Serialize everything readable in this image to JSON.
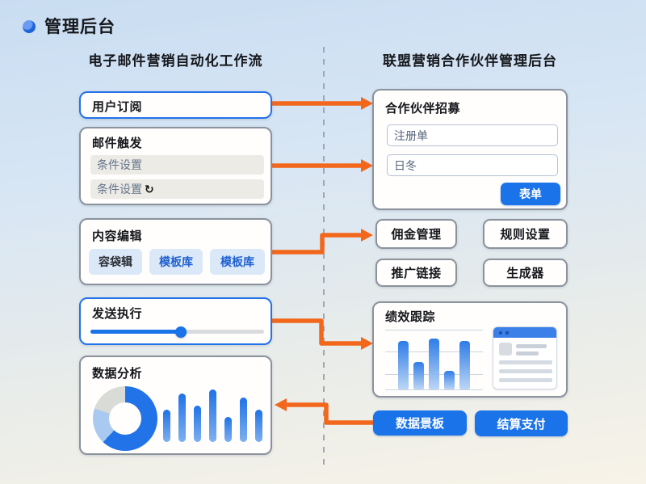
{
  "page": {
    "title": "管理后台"
  },
  "columns": {
    "left": {
      "header": "电子邮件营销自动化工作流"
    },
    "right": {
      "header": "联盟营销合作伙伴管理后台"
    }
  },
  "left": {
    "subscribe": {
      "title": "用户订阅"
    },
    "trigger": {
      "title": "邮件触发",
      "rows": [
        {
          "label": "条件设置",
          "icon": ""
        },
        {
          "label": "条件设置",
          "icon": "↻"
        }
      ]
    },
    "content": {
      "title": "内容编辑",
      "chips": [
        "容袋辑",
        "模板库",
        "模板库"
      ]
    },
    "send": {
      "title": "发送执行",
      "slider_percent": 52
    },
    "analytics": {
      "title": "数据分析",
      "donut": {
        "segments": [
          {
            "name": "primary",
            "value": 62,
            "color": "#2273e8"
          },
          {
            "name": "secondary",
            "value": 18,
            "color": "#a9c9f0"
          },
          {
            "name": "neutral",
            "value": 20,
            "color": "#d9dbd6"
          }
        ]
      },
      "bars": {
        "values": [
          40,
          60,
          45,
          65,
          31,
          55,
          40
        ],
        "max": 65
      }
    }
  },
  "right": {
    "recruit": {
      "title": "合作伙伴招募",
      "inputs": [
        "注册单",
        "日冬"
      ],
      "submit_label": "表单"
    },
    "modules": [
      "佣金管理",
      "规则设置",
      "推广链接",
      "生成器"
    ],
    "tracking": {
      "title": "绩效跟踪",
      "bars": {
        "values": [
          60,
          34,
          63,
          23,
          60
        ],
        "max": 63
      }
    },
    "actions": [
      "数据景板",
      "结算支付"
    ]
  },
  "colors": {
    "accent_blue": "#1a73e8",
    "arrow_orange": "#f2671c",
    "card_border_gray": "#8b929c",
    "card_border_blue": "#2472e8",
    "chip_bg": "#dbe8f8",
    "row_bg": "#ecebe6",
    "dashed_divider": "#9fa9b4"
  }
}
